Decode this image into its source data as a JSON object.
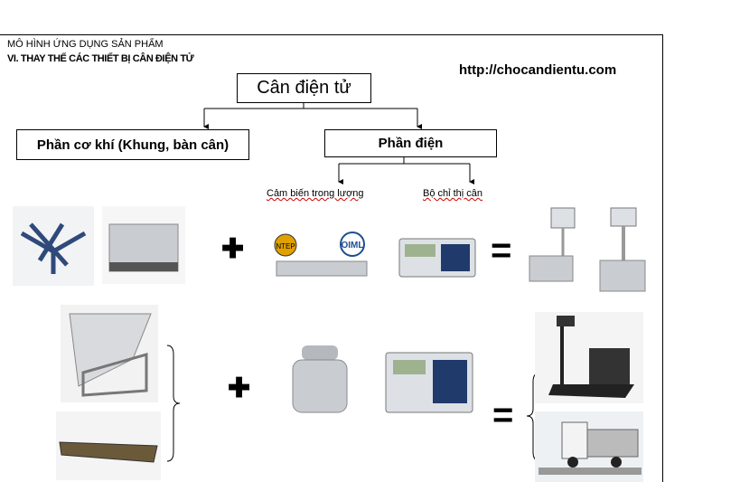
{
  "header": {
    "line1": "MÔ HÌNH ỨNG DỤNG SẢN PHẨM",
    "line2": "VI. THAY THẾ CÁC THIẾT BỊ CÂN ĐIỆN TỬ",
    "url": "http://chocandientu.com"
  },
  "diagram": {
    "root": "Cân điện tử",
    "mechanical": "Phần cơ khí (Khung, bàn cân)",
    "electrical": "Phần điện",
    "sensor": "Cảm biến trong lượng",
    "indicator": "Bộ chỉ thị cân",
    "equals": "=",
    "badge_oiml": "OIML",
    "badge_ntep": "NTEP"
  },
  "colors": {
    "plus": "#000",
    "steel": "#c9cdd2",
    "frame_blue": "#2f4a7a"
  }
}
